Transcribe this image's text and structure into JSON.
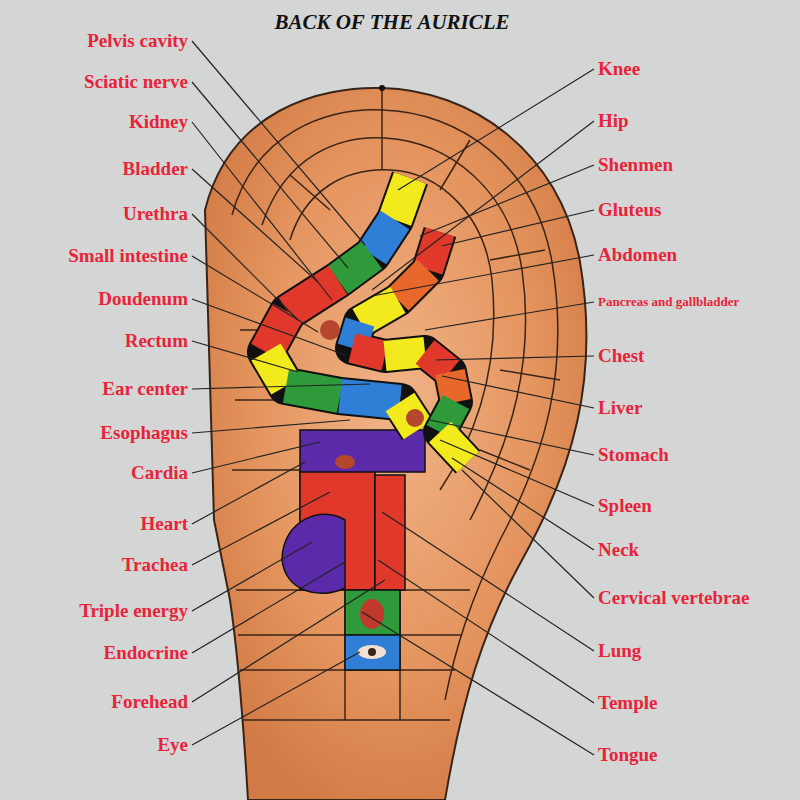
{
  "diagram": {
    "title": "BACK OF THE AURICLE",
    "labels": [
      "Pelvis cavity",
      "Sciatic nerve",
      "Kidney",
      "Bladder",
      "Urethra",
      "Small intestine",
      "Doudenum",
      "Rectum",
      "Ear center",
      "Esophagus",
      "Cardia",
      "Heart",
      "Trachea",
      "Triple energy",
      "Endocrine",
      "Forehead",
      "Eye",
      "Knee",
      "Hip",
      "Shenmen",
      "Gluteus",
      "Abdomen",
      "Pancreas and gallbladder",
      "Chest",
      "Liver",
      "Stomach",
      "Spleen",
      "Neck",
      "Cervical vertebrae",
      "Lung",
      "Temple",
      "Tongue"
    ]
  }
}
